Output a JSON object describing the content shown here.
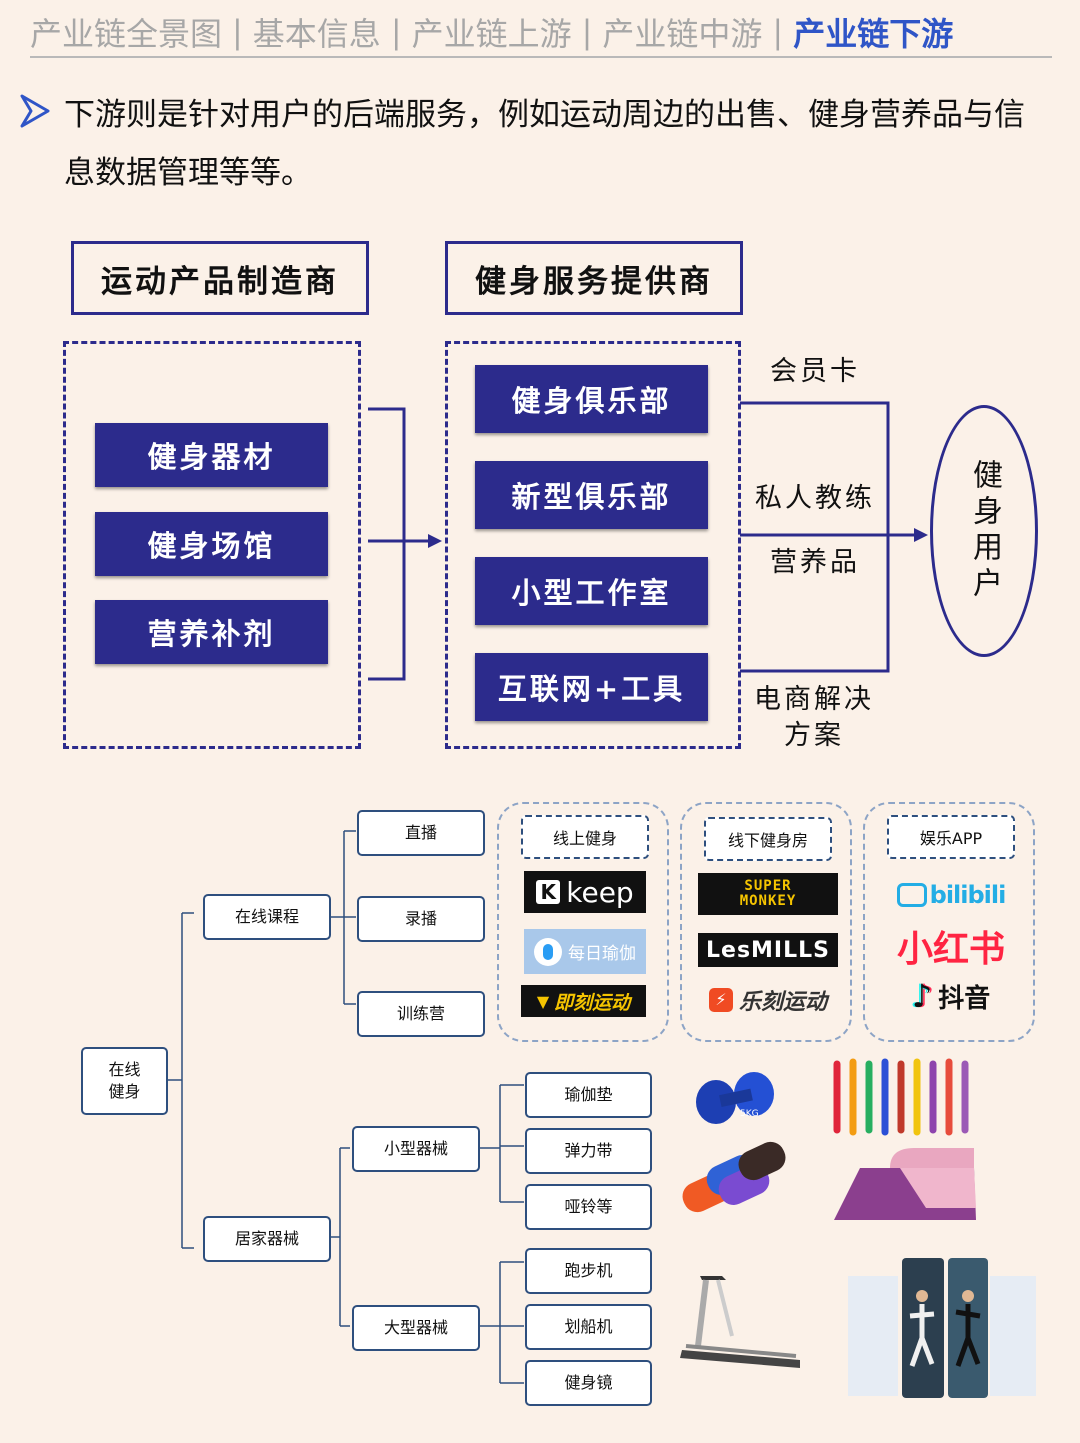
{
  "nav": {
    "items": [
      "产业链全景图",
      "基本信息",
      "产业链上游",
      "产业链中游",
      "产业链下游"
    ],
    "active_index": 4,
    "separator": "|"
  },
  "intro": {
    "text": "下游则是针对用户的后端服务，例如运动周边的出售、健身营养品与信息数据管理等等。"
  },
  "chain": {
    "manufacturer_header": "运动产品制造商",
    "provider_header": "健身服务提供商",
    "manufacturer_items": [
      "健身器材",
      "健身场馆",
      "营养补剂"
    ],
    "provider_items": [
      "健身俱乐部",
      "新型俱乐部",
      "小型工作室",
      "互联网+工具"
    ],
    "services": [
      "会员卡",
      "私人教练",
      "营养品",
      "电商解决方案"
    ],
    "user": "健身用户"
  },
  "tree": {
    "root": "在线健身",
    "online_course": {
      "label": "在线课程",
      "children": [
        "直播",
        "录播",
        "训练营"
      ]
    },
    "home_equipment": {
      "label": "居家器械"
    },
    "small_equipment": {
      "label": "小型器械",
      "children": [
        "瑜伽垫",
        "弹力带",
        "哑铃等"
      ]
    },
    "large_equipment": {
      "label": "大型器械",
      "children": [
        "跑步机",
        "划船机",
        "健身镜"
      ]
    }
  },
  "groups": [
    {
      "title": "线上健身",
      "logos": [
        "keep",
        "每日瑜伽",
        "即刻运动"
      ]
    },
    {
      "title": "线下健身房",
      "logos": [
        "SUPER MONKEY",
        "LesMILLS",
        "乐刻运动"
      ]
    },
    {
      "title": "娱乐APP",
      "logos": [
        "bilibili",
        "小红书",
        "抖音"
      ]
    }
  ],
  "images": {
    "dumbbell_label": "5KG"
  },
  "colors": {
    "navy": "#2c2b8c",
    "active_nav": "#2f55c7",
    "tree_border": "#2e4f7e",
    "background": "#fbf1e8"
  }
}
